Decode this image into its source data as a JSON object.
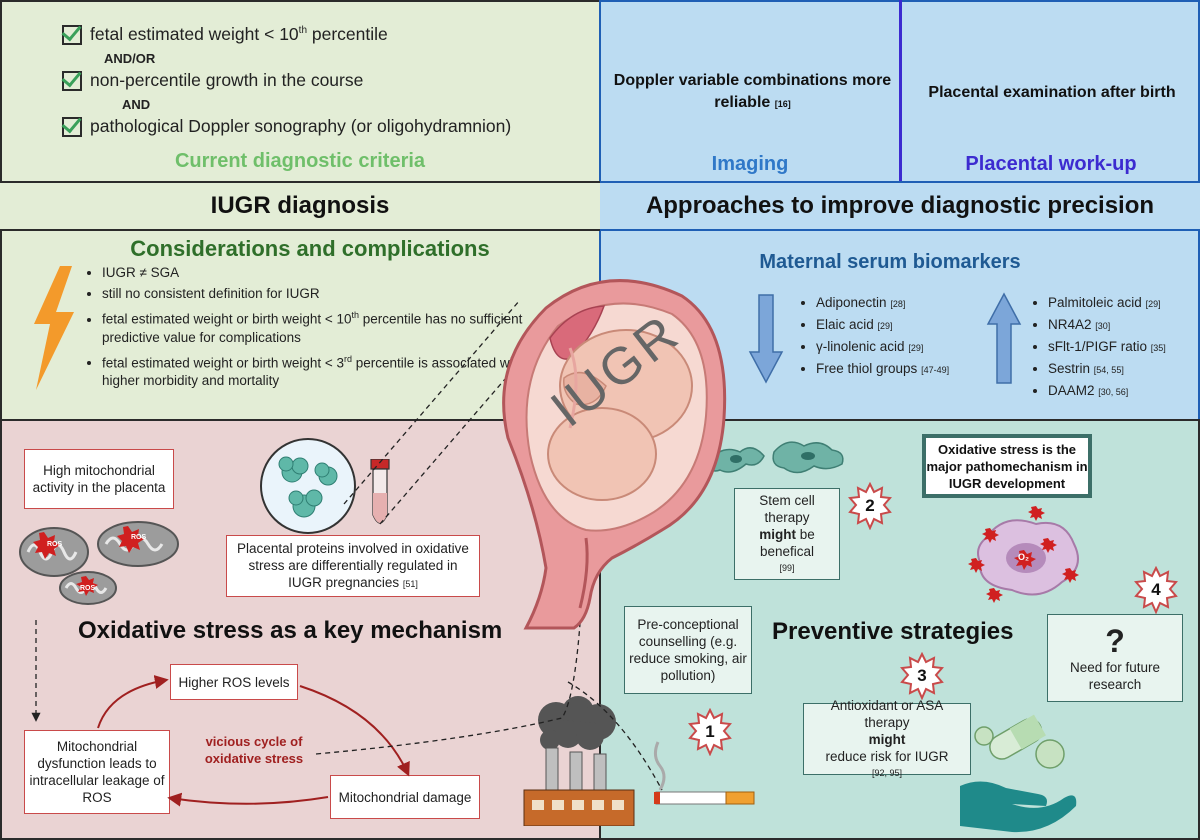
{
  "iugr_diagnosis": {
    "criteria": [
      {
        "text": "fetal estimated weight < 10",
        "sup": "th",
        "tail": " percentile"
      },
      {
        "text": "non-percentile growth in the course",
        "sup": "",
        "tail": ""
      },
      {
        "text": "pathological Doppler sonography (or oligohydramnion)",
        "sup": "",
        "tail": ""
      }
    ],
    "conjunctions": [
      "AND/OR",
      "AND"
    ],
    "criteria_title": "Current diagnostic criteria",
    "header": "IUGR diagnosis",
    "considerations_title": "Considerations and complications",
    "considerations": [
      {
        "text": "IUGR ≠ SGA"
      },
      {
        "text": "still no consistent definition for IUGR"
      },
      {
        "text": "fetal estimated weight or birth weight < 10",
        "sup": "th",
        "tail": " percentile has no sufficient predictive value for complications"
      },
      {
        "text": "fetal estimated weight or birth weight < 3",
        "sup": "rd",
        "tail": " percentile is associated with higher morbidity and mortality"
      }
    ]
  },
  "approaches": {
    "imaging_text": "Doppler variable combinations more reliable",
    "imaging_ref": "[16]",
    "imaging_title": "Imaging",
    "placental_text": "Placental examination after birth",
    "placental_title": "Placental work-up",
    "header": "Approaches to improve diagnostic precision",
    "biomarkers_title": "Maternal serum biomarkers",
    "decreased": [
      {
        "name": "Adiponectin",
        "ref": "[28]"
      },
      {
        "name": "Elaic acid",
        "ref": "[29]"
      },
      {
        "name": "γ-linolenic acid",
        "ref": "[29]"
      },
      {
        "name": "Free thiol groups",
        "ref": "[47-49]"
      }
    ],
    "increased": [
      {
        "name": "Palmitoleic acid",
        "ref": "[29]"
      },
      {
        "name": "NR4A2",
        "ref": "[30]"
      },
      {
        "name": "sFlt-1/PIGF ratio",
        "ref": "[35]"
      },
      {
        "name": "Sestrin",
        "ref": "[54, 55]"
      },
      {
        "name": "DAAM2",
        "ref": "[30, 56]"
      }
    ]
  },
  "oxidative": {
    "mito_activity": "High mitochondrial activity in the placenta",
    "proteins_text": "Placental proteins involved in oxidative stress are differentially regulated in IUGR pregnancies",
    "proteins_ref": "[51]",
    "title": "Oxidative stress as a key mechanism",
    "higher_ros": "Higher ROS levels",
    "dysfunction": "Mitochondrial dysfunction leads to intracellular leakage of ROS",
    "damage": "Mitochondrial damage",
    "vicious_cycle": "vicious cycle of oxidative stress",
    "ros_label": "ROS"
  },
  "uterus_label": "IUGR",
  "preventive": {
    "title": "Preventive strategies",
    "stem_cell_pre": "Stem cell therapy",
    "stem_cell_bold": "might",
    "stem_cell_post": "be benefical",
    "stem_cell_ref": "[99]",
    "stress_box": "Oxidative stress is the major pathomechanism in IUGR development",
    "counselling": "Pre-conceptional counselling (e.g. reduce smoking, air pollution)",
    "antioxidant_pre": "Antioxidant or ASA therapy",
    "antioxidant_bold": "might",
    "antioxidant_post": "reduce risk for IUGR",
    "antioxidant_ref": "[92, 95]",
    "question_mark": "?",
    "future_research": "Need for future research",
    "badges": [
      "1",
      "2",
      "3",
      "4"
    ],
    "o2_label": "O₂"
  },
  "colors": {
    "green_panel": "#e3edd6",
    "blue_panel": "#bcdcf2",
    "pink_panel": "#ead3d3",
    "teal_panel": "#bfe2da",
    "cycle_arrow": "#a02020"
  }
}
